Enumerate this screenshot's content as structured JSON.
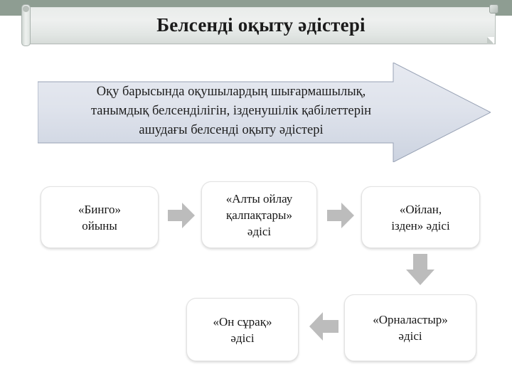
{
  "slide": {
    "title": "Белсенді оқыту әдістері",
    "banner_colors": {
      "top_band": "#8e9d92",
      "plate_light": "#eef0ef",
      "plate_dark": "#d7dcd9"
    }
  },
  "callout": {
    "color": "#dde2ea",
    "border": "#9aa4b6",
    "lines": [
      "Оқу барысында оқушылардың шығармашылық,",
      "танымдық белсенділігін, ізденушілік қабілеттерін",
      "ашудағы белсенді оқыту әдістері"
    ]
  },
  "flow": {
    "arrow_color": "#b8b8b8",
    "nodes": [
      {
        "id": "bingo",
        "lines": [
          "«Бинго»",
          "ойыны"
        ]
      },
      {
        "id": "six-hats",
        "lines": [
          "«Алты ойлау",
          "қалпақтары»",
          "әдісі"
        ]
      },
      {
        "id": "think-search",
        "lines": [
          "«Ойлан,",
          "ізден» әдісі"
        ]
      },
      {
        "id": "ten-questions",
        "lines": [
          "«Он сұрақ»",
          "әдісі"
        ]
      },
      {
        "id": "arrange",
        "lines": [
          "«Орналастыр»",
          "әдісі"
        ]
      }
    ],
    "connectors": [
      {
        "id": "bingo-to-six-hats",
        "direction": "right"
      },
      {
        "id": "six-hats-to-think",
        "direction": "right"
      },
      {
        "id": "think-to-arrange",
        "direction": "down"
      },
      {
        "id": "arrange-to-ten-questions",
        "direction": "left"
      }
    ]
  }
}
